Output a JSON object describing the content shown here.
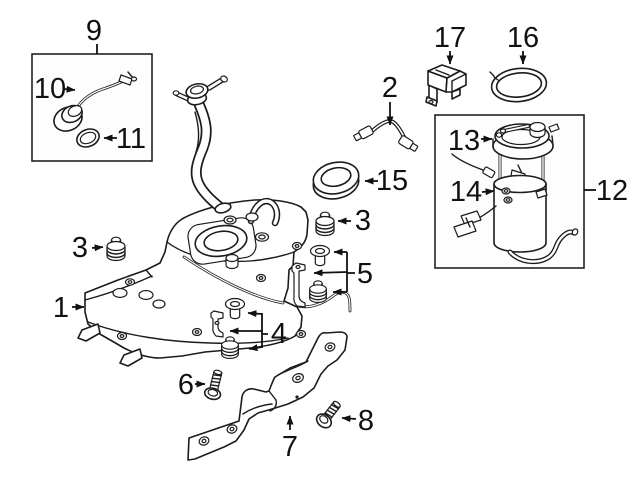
{
  "diagram": {
    "kind": "exploded-parts-diagram",
    "subject": "fuel-tank-assembly",
    "background_color": "#ffffff",
    "line_color": "#1c1c1c",
    "label_color": "#111111",
    "callouts": {
      "n1": "1",
      "n2": "2",
      "n3a": "3",
      "n3b": "3",
      "n4": "4",
      "n5": "5",
      "n6": "6",
      "n7": "7",
      "n8": "8",
      "n9": "9",
      "n10": "10",
      "n11": "11",
      "n12": "12",
      "n13": "13",
      "n14": "14",
      "n15": "15",
      "n16": "16",
      "n17": "17"
    }
  }
}
